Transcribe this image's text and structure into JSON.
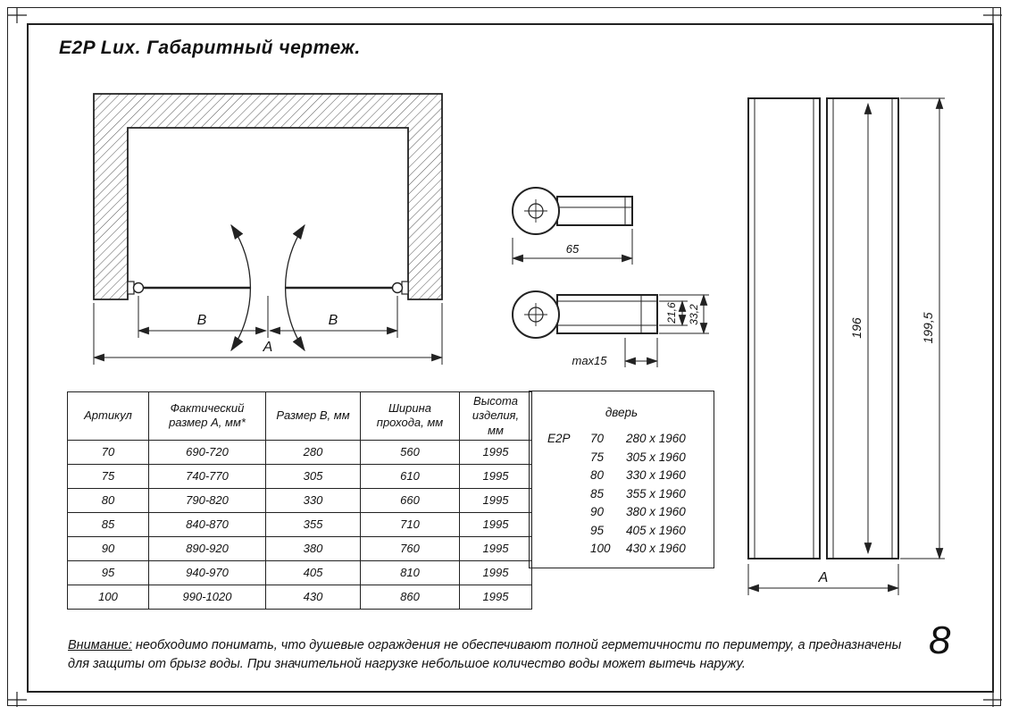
{
  "page": {
    "title": "E2P Lux. Габаритный чертеж.",
    "number": "8"
  },
  "plan": {
    "dim_b_left": "B",
    "dim_b_right": "B",
    "dim_a": "A"
  },
  "profiles": {
    "dim_width": "65",
    "dim_inner": "21,6",
    "dim_outer": "33,2",
    "dim_max": "max15"
  },
  "front": {
    "dim_inner_height": "196",
    "dim_outer_height": "199,5",
    "dim_width": "A"
  },
  "spec_table": {
    "headers": [
      "Артикул",
      "Фактический размер А, мм*",
      "Размер В, мм",
      "Ширина прохода, мм",
      "Высота изделия, мм"
    ],
    "rows": [
      [
        "70",
        "690-720",
        "280",
        "560",
        "1995"
      ],
      [
        "75",
        "740-770",
        "305",
        "610",
        "1995"
      ],
      [
        "80",
        "790-820",
        "330",
        "660",
        "1995"
      ],
      [
        "85",
        "840-870",
        "355",
        "710",
        "1995"
      ],
      [
        "90",
        "890-920",
        "380",
        "760",
        "1995"
      ],
      [
        "95",
        "940-970",
        "405",
        "810",
        "1995"
      ],
      [
        "100",
        "990-1020",
        "430",
        "860",
        "1995"
      ]
    ]
  },
  "door_box": {
    "title": "дверь",
    "model": "E2P",
    "rows": [
      {
        "article": "70",
        "size": "280 x 1960"
      },
      {
        "article": "75",
        "size": "305 x 1960"
      },
      {
        "article": "80",
        "size": "330 x 1960"
      },
      {
        "article": "85",
        "size": "355 x 1960"
      },
      {
        "article": "90",
        "size": "380 x 1960"
      },
      {
        "article": "95",
        "size": "405 x 1960"
      },
      {
        "article": "100",
        "size": "430 x 1960"
      }
    ]
  },
  "warning": {
    "label": "Внимание:",
    "text": "необходимо понимать, что душевые ограждения не обеспечивают полной герметичности по периметру, а предназначены для защиты от брызг воды. При значительной нагрузке небольшое количество воды может вытечь наружу."
  }
}
